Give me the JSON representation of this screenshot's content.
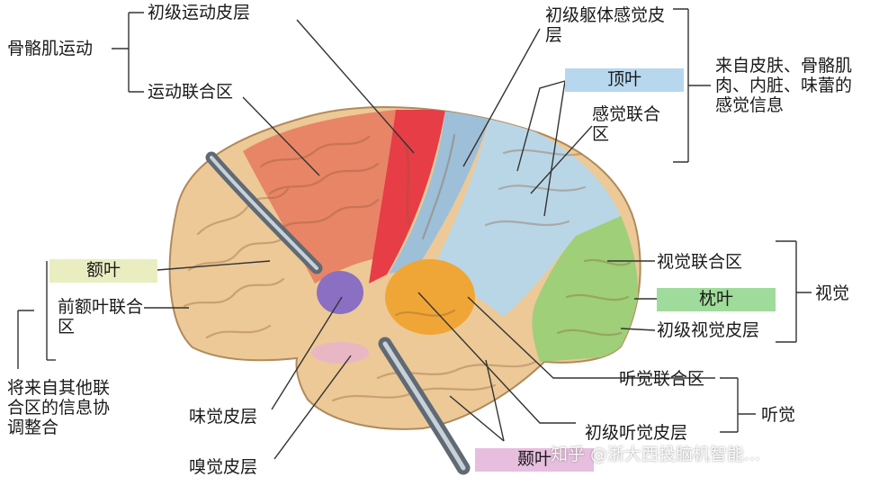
{
  "colors": {
    "motor": "#e88566",
    "primary_motor": "#e63d47",
    "somatosensory": "#9ebfd8",
    "sensory_association": "#b9d6e6",
    "visual": "#9fcf78",
    "auditory": "#f0a637",
    "gustatory": "#8a6fc2",
    "olfactory": "#e9b7c4",
    "brain_base": "#ecc997",
    "parietal_box": "#b7d7ee",
    "frontal_box": "#eaedc0",
    "occipital_box": "#9fdb9a",
    "temporal_box": "#e7bede",
    "line": "#333333"
  },
  "labels": {
    "skeletal_muscle_motion": "骨骼肌运动",
    "primary_motor_cortex": "初级运动皮层",
    "motor_association": "运动联合区",
    "primary_somatosensory": "初级躯体感觉皮层",
    "parietal_lobe": "顶叶",
    "sensory_association": "感觉联合区",
    "sensory_info": "来自皮肤、骨骼肌肉、内脏、味蕾的感觉信息",
    "frontal_lobe": "额叶",
    "prefrontal_association": "前额叶联合区",
    "integration_note": "将来自其他联合区的信息协调整合",
    "visual_association": "视觉联合区",
    "occipital_lobe": "枕叶",
    "vision": "视觉",
    "primary_visual": "初级视觉皮层",
    "auditory_association": "听觉联合区",
    "hearing": "听觉",
    "primary_auditory": "初级听觉皮层",
    "temporal_lobe": "颞叶",
    "gustatory_cortex": "味觉皮层",
    "olfactory_cortex": "嗅觉皮层",
    "watermark": "知乎 @浙大西投脑机智能..."
  }
}
